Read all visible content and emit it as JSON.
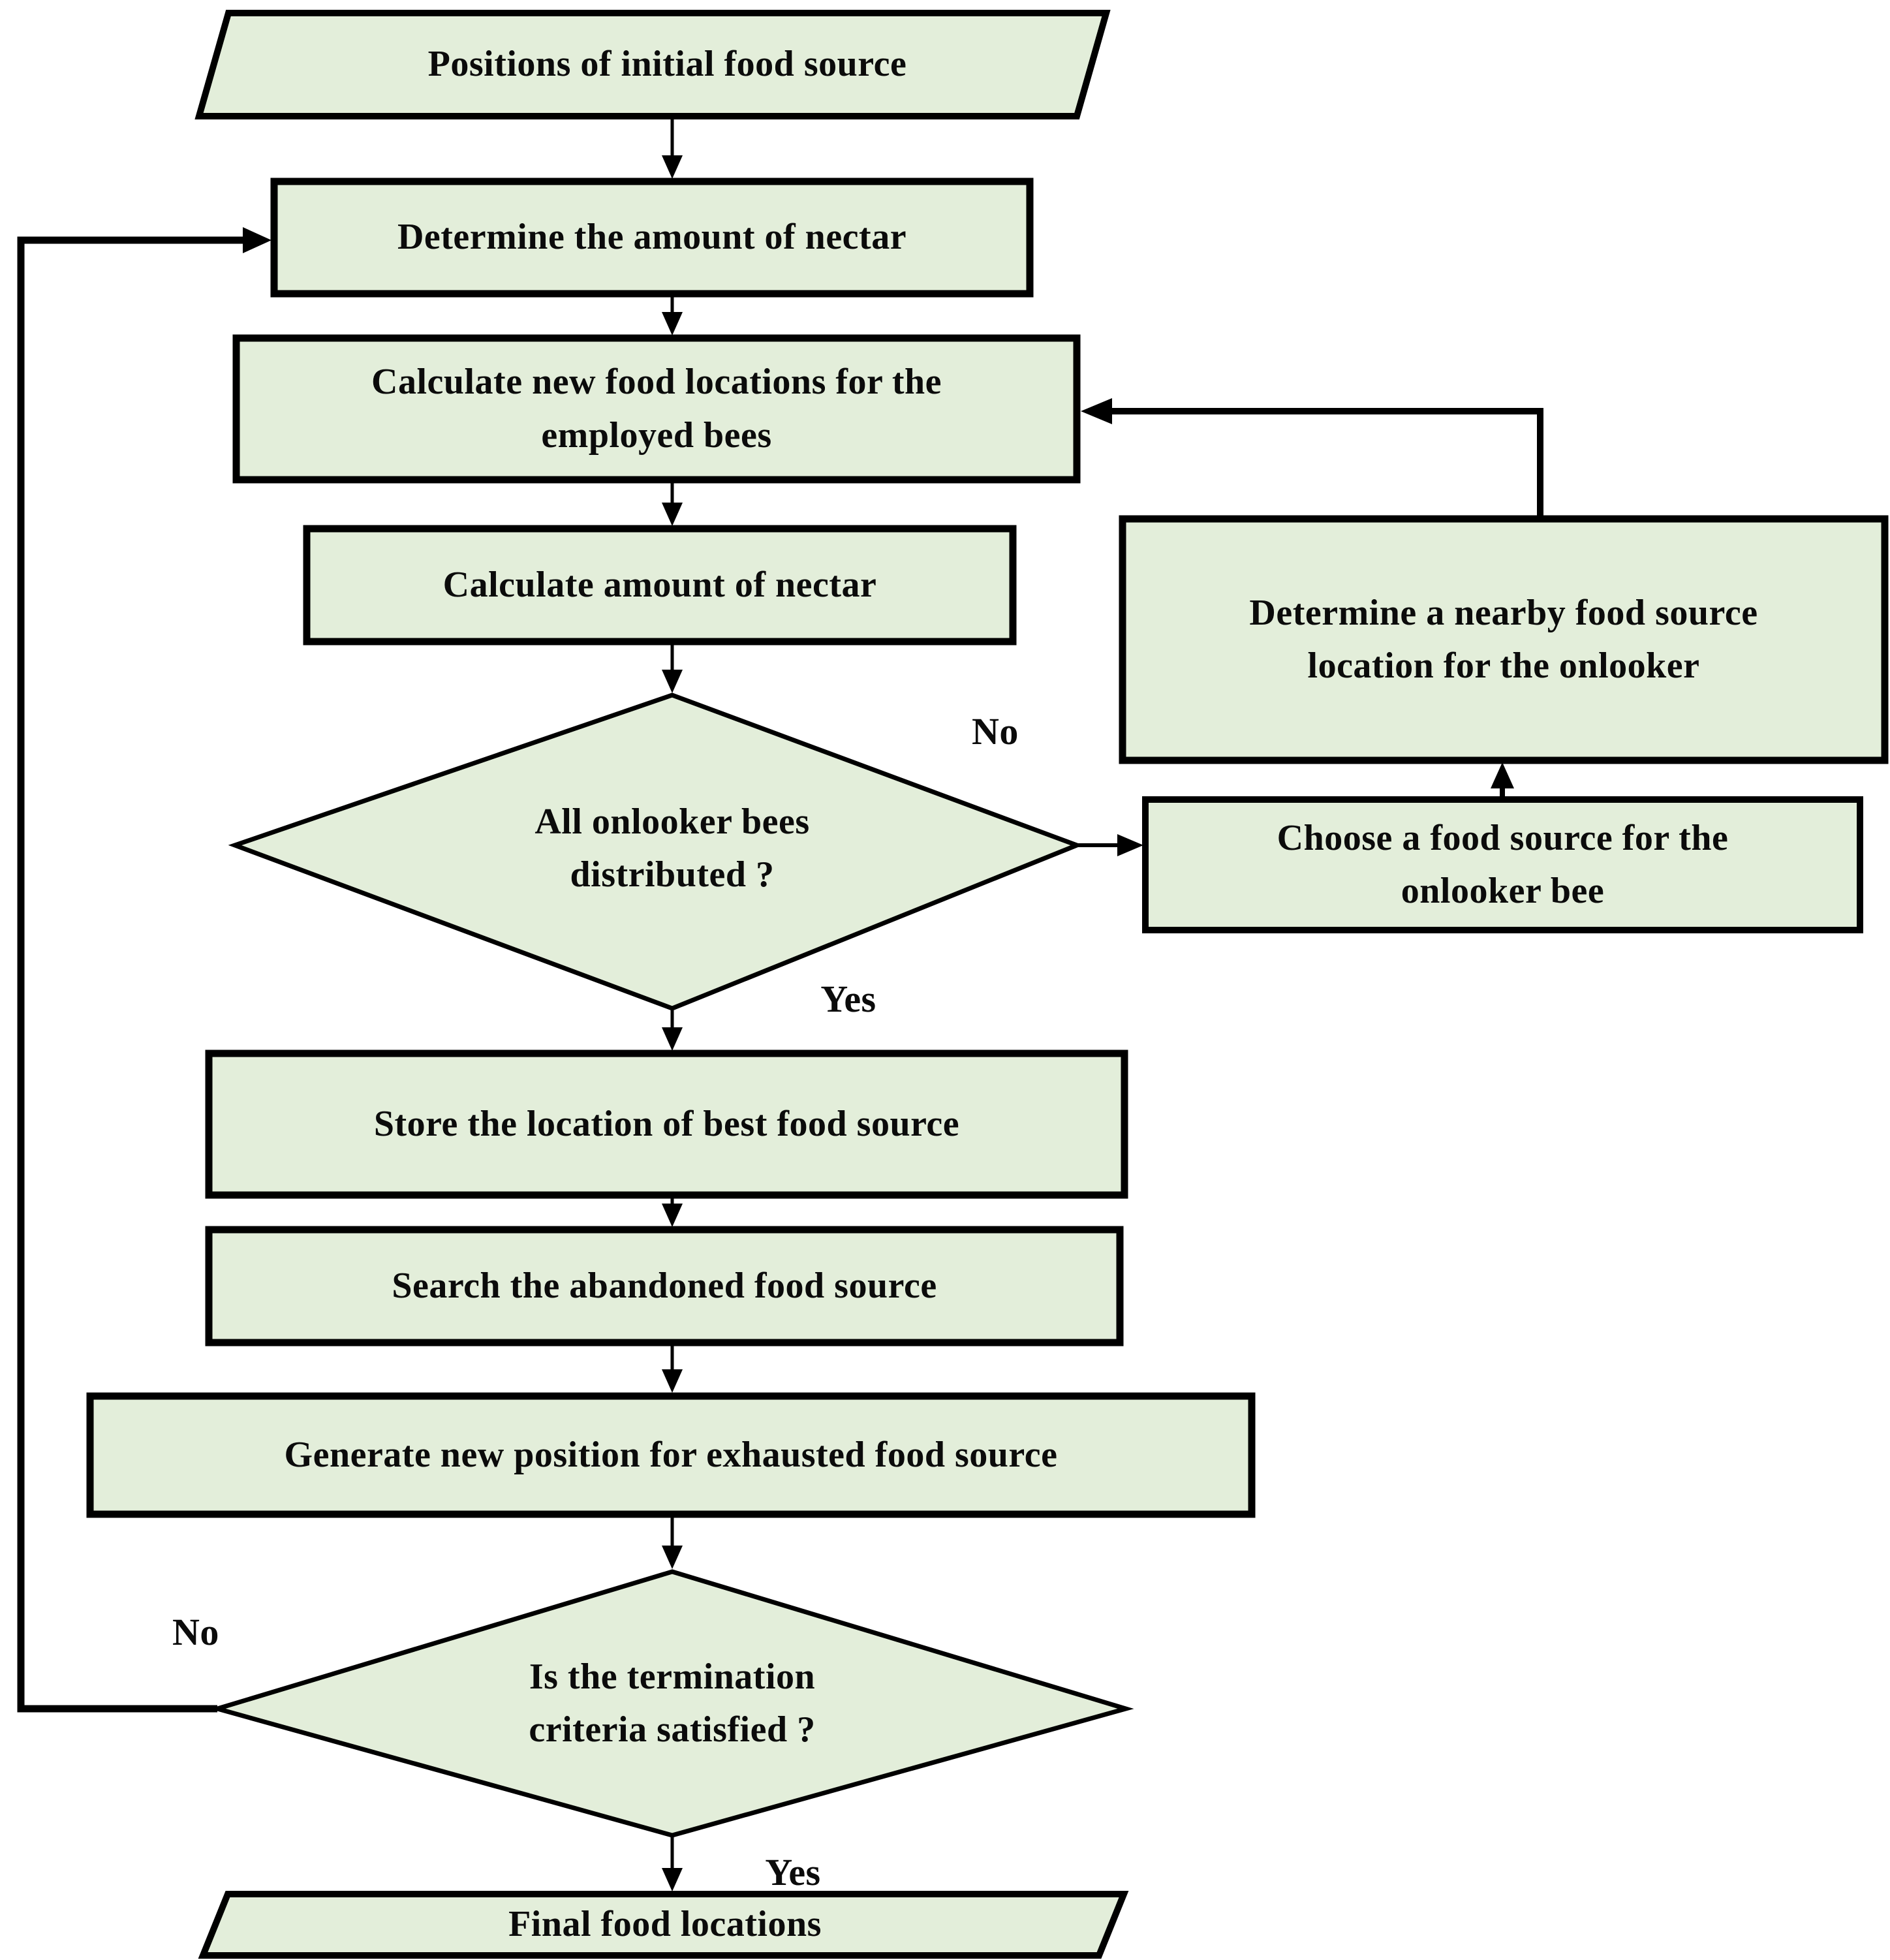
{
  "palette": {
    "node_fill": "#e3eeda",
    "node_border": "#000000",
    "text_color": "#0b0b0b",
    "background": "#ffffff"
  },
  "nodes": {
    "start": {
      "type": "input-parallelogram",
      "label": "Positions of initial food source"
    },
    "determine_nectar": {
      "type": "process",
      "label": "Determine the amount of nectar"
    },
    "calc_new_locations": {
      "type": "process",
      "label": "Calculate new food locations for the\nemployed bees"
    },
    "calc_nectar": {
      "type": "process",
      "label": "Calculate amount of nectar"
    },
    "onlooker_decision": {
      "type": "decision",
      "label": "All onlooker bees\ndistributed ?"
    },
    "determine_nearby": {
      "type": "process",
      "label": "Determine a nearby food source\nlocation for the onlooker"
    },
    "choose_food_source": {
      "type": "process",
      "label": "Choose a food source for the\nonlooker bee"
    },
    "store_best": {
      "type": "process",
      "label": "Store the location of best food source"
    },
    "search_abandoned": {
      "type": "process",
      "label": "Search the abandoned food source"
    },
    "generate_new_position": {
      "type": "process",
      "label": "Generate new position for exhausted food source"
    },
    "termination_decision": {
      "type": "decision",
      "label": "Is the termination\ncriteria satisfied ?"
    },
    "final": {
      "type": "output-parallelogram",
      "label": "Final food locations"
    }
  },
  "edge_labels": {
    "onlooker_no": "No",
    "onlooker_yes": "Yes",
    "termination_no": "No",
    "termination_yes": "Yes"
  }
}
